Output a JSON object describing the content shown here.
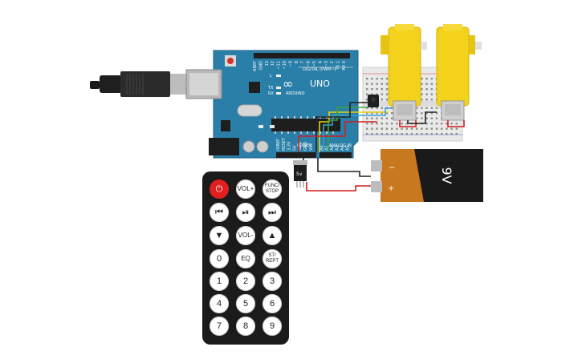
{
  "arduino": {
    "brand": "ARDUINO",
    "model": "UNO",
    "digital_header": "DIGITAL (PWM~)",
    "power_header": "POWER",
    "analog_header": "ANALOG IN",
    "logo_text": "∞",
    "digital_pins": [
      "AREF",
      "GND",
      "13",
      "12",
      "~11",
      "~10",
      "~9",
      "8",
      "7",
      "~6",
      "~5",
      "4",
      "~3",
      "2",
      "TX 1",
      "RX 0"
    ],
    "power_pins": [
      "IOREF",
      "RESET",
      "3.3V",
      "5V",
      "GND",
      "GND",
      "Vin"
    ],
    "analog_pins": [
      "A0",
      "A1",
      "A2",
      "A3",
      "A4",
      "A5"
    ],
    "leds": [
      "L",
      "TX",
      "RX"
    ]
  },
  "regulator": {
    "label": "5v"
  },
  "battery": {
    "label": "9V",
    "plus": "+",
    "minus": "−"
  },
  "remote": {
    "buttons": [
      {
        "label": "⏻"
      },
      {
        "label": "VOL+"
      },
      {
        "label": "FUNC/\nSTOP"
      },
      {
        "label": "⏮"
      },
      {
        "label": "⏯"
      },
      {
        "label": "⏭"
      },
      {
        "label": "▼"
      },
      {
        "label": "VOL-"
      },
      {
        "label": "▲"
      },
      {
        "label": "0"
      },
      {
        "label": "EQ"
      },
      {
        "label": "ST/\nREPT"
      },
      {
        "label": "1"
      },
      {
        "label": "2"
      },
      {
        "label": "3"
      },
      {
        "label": "4"
      },
      {
        "label": "5"
      },
      {
        "label": "6"
      },
      {
        "label": "7"
      },
      {
        "label": "8"
      },
      {
        "label": "9"
      }
    ]
  },
  "colors": {
    "board": "#2a7fa8",
    "board_edge": "#1d6287",
    "motor": "#f2d21a",
    "battery_body": "#1a1a1a",
    "battery_cap": "#c8781e",
    "wire_red": "#d21f1f",
    "wire_black": "#222222",
    "wire_yellow": "#e8d20a",
    "wire_blue": "#36a0d8",
    "wire_green": "#3fa03f"
  }
}
